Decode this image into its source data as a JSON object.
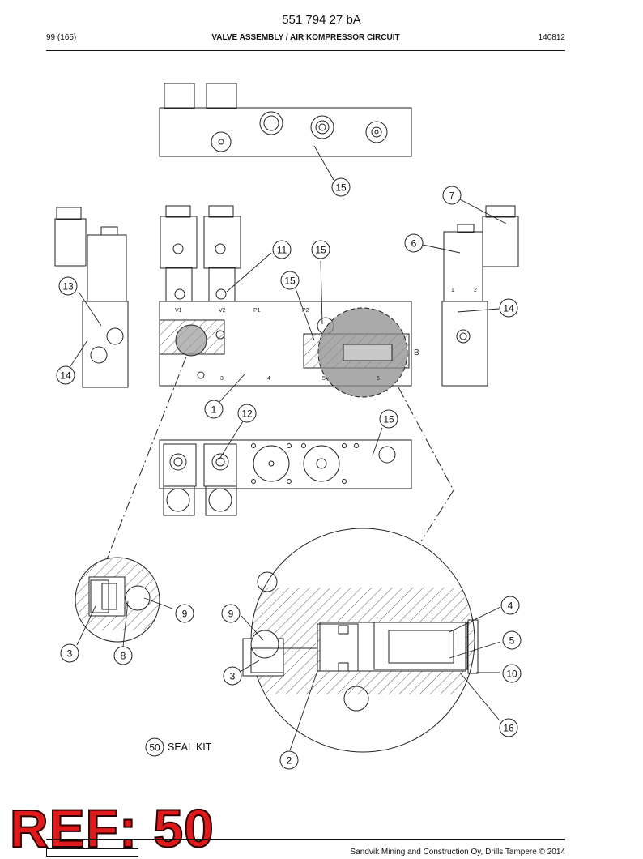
{
  "header": {
    "doc_number": "551 794 27 bA",
    "page": "99 (165)",
    "title": "VALVE ASSEMBLY / AIR KOMPRESSOR CIRCUIT",
    "date_code": "140812"
  },
  "callouts": [
    "15",
    "7",
    "6",
    "11",
    "15",
    "15",
    "13",
    "14",
    "14",
    "1",
    "12",
    "15",
    "9",
    "3",
    "8",
    "9",
    "3",
    "4",
    "5",
    "10",
    "16",
    "2",
    "50"
  ],
  "port_labels": [
    "V1",
    "V2",
    "P1",
    "P2",
    "3",
    "4",
    "5",
    "6",
    "1",
    "2",
    "B"
  ],
  "seal_kit_label": "SEAL KIT",
  "ref_stamp": "REF: 50",
  "footer": {
    "copyright": "Sandvik Mining and Construction Oy, Drills Tampere © 2014"
  }
}
